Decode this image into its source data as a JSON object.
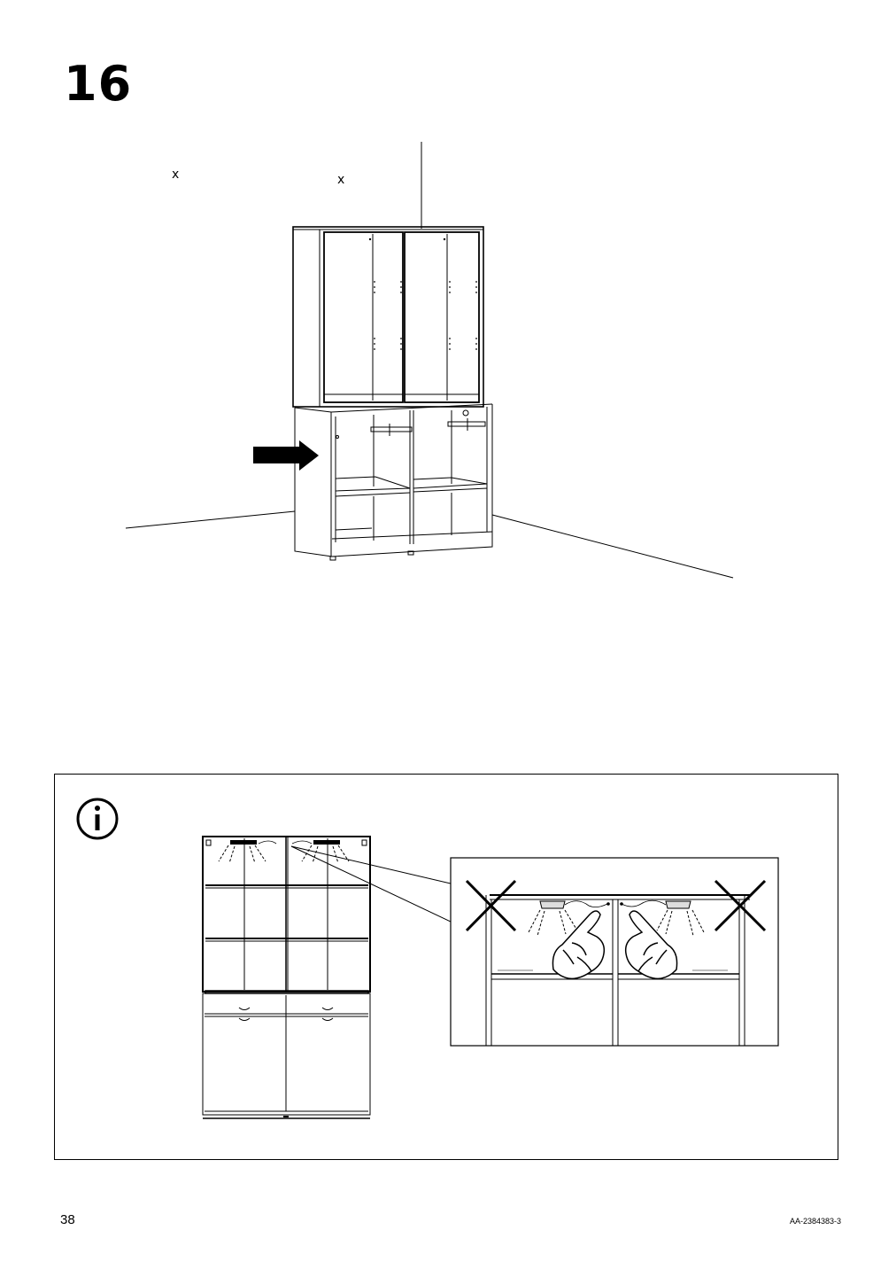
{
  "step": {
    "number": "16"
  },
  "marks": [
    "x",
    "x"
  ],
  "info_icon": {
    "icon": "info-circle-icon",
    "glyph": "i"
  },
  "footer": {
    "page_number": "38",
    "document_code": "AA-2384383-3"
  },
  "colors": {
    "ink": "#000000",
    "paper": "#ffffff"
  }
}
